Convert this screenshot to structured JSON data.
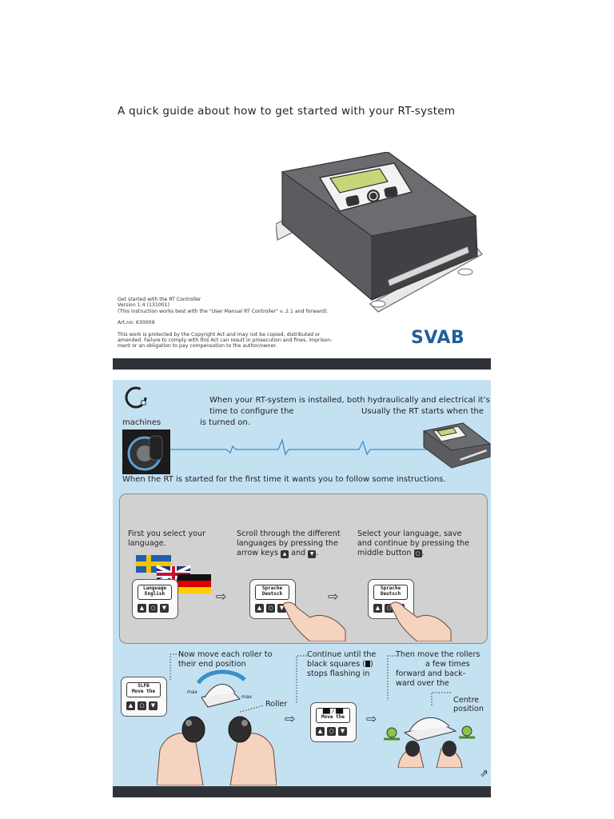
{
  "header": {
    "title": "A quick guide about how to get started with your RT-system"
  },
  "meta": {
    "line1": "Get started with the RT Controller",
    "line2": "Version 1.4 (131001)",
    "line3": "(This instruction works best with the \"User Manual RT Controller\" v. 2.1 and forward).",
    "artno": "Art.no: 630009",
    "copy1": "This work is protected by the Copyright Act and may not be copied, distributed or",
    "copy2": "amended. Failure to comply with this Act can result in prosecution and fines, imprison-",
    "copy3": "ment or an obligation to pay compensation to the author/owner."
  },
  "brand": {
    "logo_text": "SVAB",
    "color": "#1f5f9b"
  },
  "intro": {
    "line1": "When your RT-system is installed, both hydraulically and electrical it’s",
    "line2a": "time to configure the",
    "line2b": "Usually the RT starts when the",
    "line3a": "machines",
    "line3b": "is turned on.",
    "started": "When the RT is started for the first time it wants you to follow some instructions."
  },
  "steps": {
    "s1": "First you select your language.",
    "s2a": "Scroll through the different languages by pressing the arrow keys",
    "s2and": "and",
    "s3": "Select your language, save and continue by pressing the middle button",
    "lcd1a": "Language",
    "lcd1b": "English",
    "lcd2a": "Sprache",
    "lcd2b": "Deutsch",
    "lcd3a": "Sprache",
    "lcd3b": "Deutsch"
  },
  "rollers": {
    "t1a": "Now move each roller to",
    "t1b": "their end position",
    "t2a": "Continue until the",
    "t2b": "black squares (",
    "t2c": ")",
    "t2d": "stops flashing in",
    "t3a": "Then move the rollers",
    "t3b": "a few times",
    "t3c": "forward and back-",
    "t3d": "ward over the",
    "roller": "Roller",
    "centre1": "Centre",
    "centre2": "position",
    "max1": "max",
    "max2": "max",
    "lcd4a": "SLFB",
    "lcd4b": "Move the",
    "lcd5a": "██▌/▐██",
    "lcd5b": "Move the"
  },
  "icons": {
    "up": "▲",
    "down": "▼",
    "mid": "○",
    "right_arrow": "⇨",
    "corner": "⇗"
  }
}
